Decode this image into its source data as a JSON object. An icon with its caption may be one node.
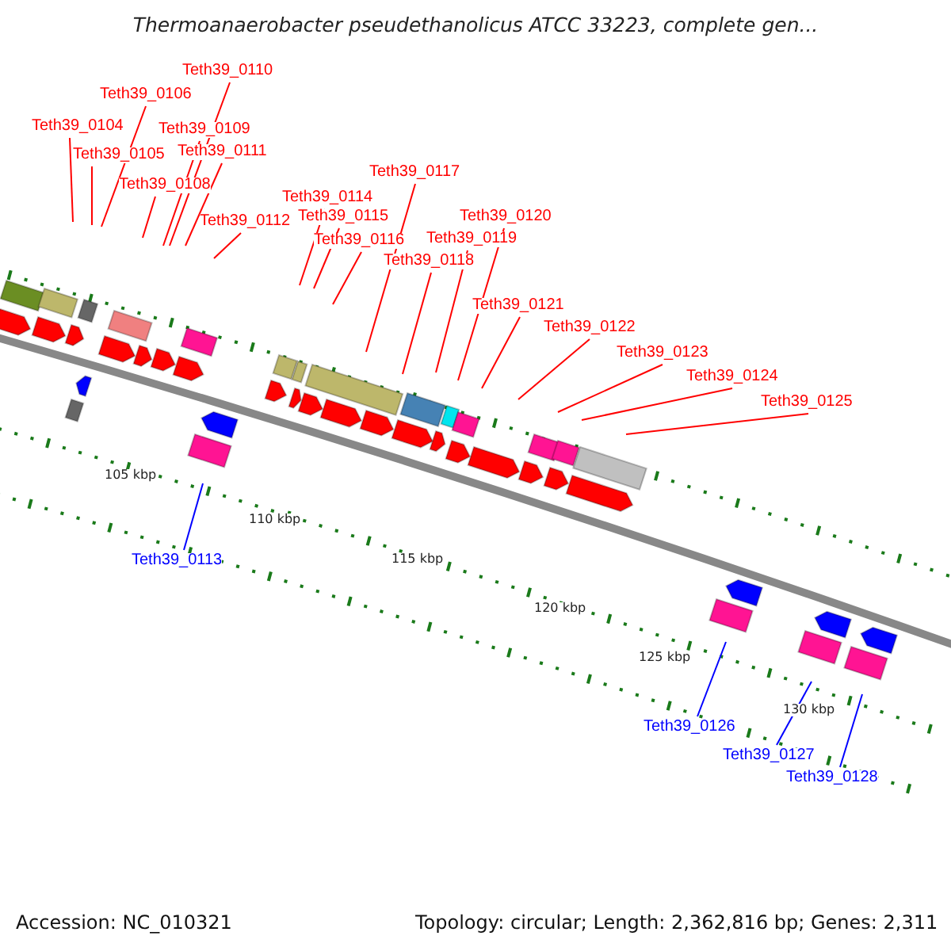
{
  "diagram": {
    "title": "Thermoanaerobacter pseudethanolicus ATCC 33223, complete gen...",
    "nodes": [
      {
        "text": [
          "Teth39_0104"
        ]
      },
      {
        "text": [
          "Teth39_0105"
        ]
      },
      {
        "text": [
          "Teth39_0106"
        ]
      },
      {
        "text": [
          "Teth39_0108"
        ]
      },
      {
        "text": [
          "Teth39_0109"
        ]
      },
      {
        "text": [
          "Teth39_0110"
        ]
      },
      {
        "text": [
          "Teth39_0111"
        ]
      },
      {
        "text": [
          "Teth39_0112"
        ]
      },
      {
        "text": [
          "Teth39_0113"
        ]
      },
      {
        "text": [
          "Teth39_0114"
        ]
      },
      {
        "text": [
          "Teth39_0115"
        ]
      },
      {
        "text": [
          "Teth39_0116"
        ]
      },
      {
        "text": [
          "Teth39_0117"
        ]
      },
      {
        "text": [
          "Teth39_0118"
        ]
      },
      {
        "text": [
          "Teth39_0119"
        ]
      },
      {
        "text": [
          "Teth39_0120"
        ]
      },
      {
        "text": [
          "Teth39_0121"
        ]
      },
      {
        "text": [
          "Teth39_0122"
        ]
      },
      {
        "text": [
          "Teth39_0123"
        ]
      },
      {
        "text": [
          "Teth39_0124"
        ]
      },
      {
        "text": [
          "Teth39_0125"
        ]
      },
      {
        "text": [
          "Teth39_0126"
        ]
      },
      {
        "text": [
          "Teth39_0127"
        ]
      },
      {
        "text": [
          "Teth39_0128"
        ]
      }
    ],
    "edges": [
      {
        "from": 0,
        "to": null,
        "arrow": "none"
      },
      {
        "from": 1,
        "to": null,
        "arrow": "none"
      },
      {
        "from": 2,
        "to": null,
        "arrow": "none"
      },
      {
        "from": 3,
        "to": null,
        "arrow": "none"
      },
      {
        "from": 4,
        "to": null,
        "arrow": "none"
      },
      {
        "from": 5,
        "to": null,
        "arrow": "none"
      },
      {
        "from": 6,
        "to": null,
        "arrow": "none"
      },
      {
        "from": 7,
        "to": null,
        "arrow": "none"
      },
      {
        "from": 8,
        "to": null,
        "arrow": "none",
        "color": "#0000ff"
      },
      {
        "from": 9,
        "to": null,
        "arrow": "none"
      },
      {
        "from": 10,
        "to": null,
        "arrow": "none"
      },
      {
        "from": 11,
        "to": null,
        "arrow": "none"
      },
      {
        "from": 12,
        "to": null,
        "arrow": "none"
      },
      {
        "from": 13,
        "to": null,
        "arrow": "none"
      },
      {
        "from": 14,
        "to": null,
        "arrow": "none"
      },
      {
        "from": 15,
        "to": null,
        "arrow": "none"
      },
      {
        "from": 16,
        "to": null,
        "arrow": "none"
      },
      {
        "from": 17,
        "to": null,
        "arrow": "none"
      },
      {
        "from": 18,
        "to": null,
        "arrow": "none"
      },
      {
        "from": 19,
        "to": null,
        "arrow": "none"
      },
      {
        "from": 20,
        "to": null,
        "arrow": "none"
      },
      {
        "from": 21,
        "to": null,
        "arrow": "none",
        "color": "#0000ff"
      },
      {
        "from": 22,
        "to": null,
        "arrow": "none",
        "color": "#0000ff"
      },
      {
        "from": 23,
        "to": null,
        "arrow": "none",
        "color": "#0000ff"
      }
    ],
    "labels": [
      "105 kbp",
      "110 kbp",
      "115 kbp",
      "120 kbp",
      "125 kbp",
      "130 kbp",
      "Accession: NC_010321",
      "Topology: circular; Length: 2,362,816 bp; Genes: 2,311"
    ]
  }
}
